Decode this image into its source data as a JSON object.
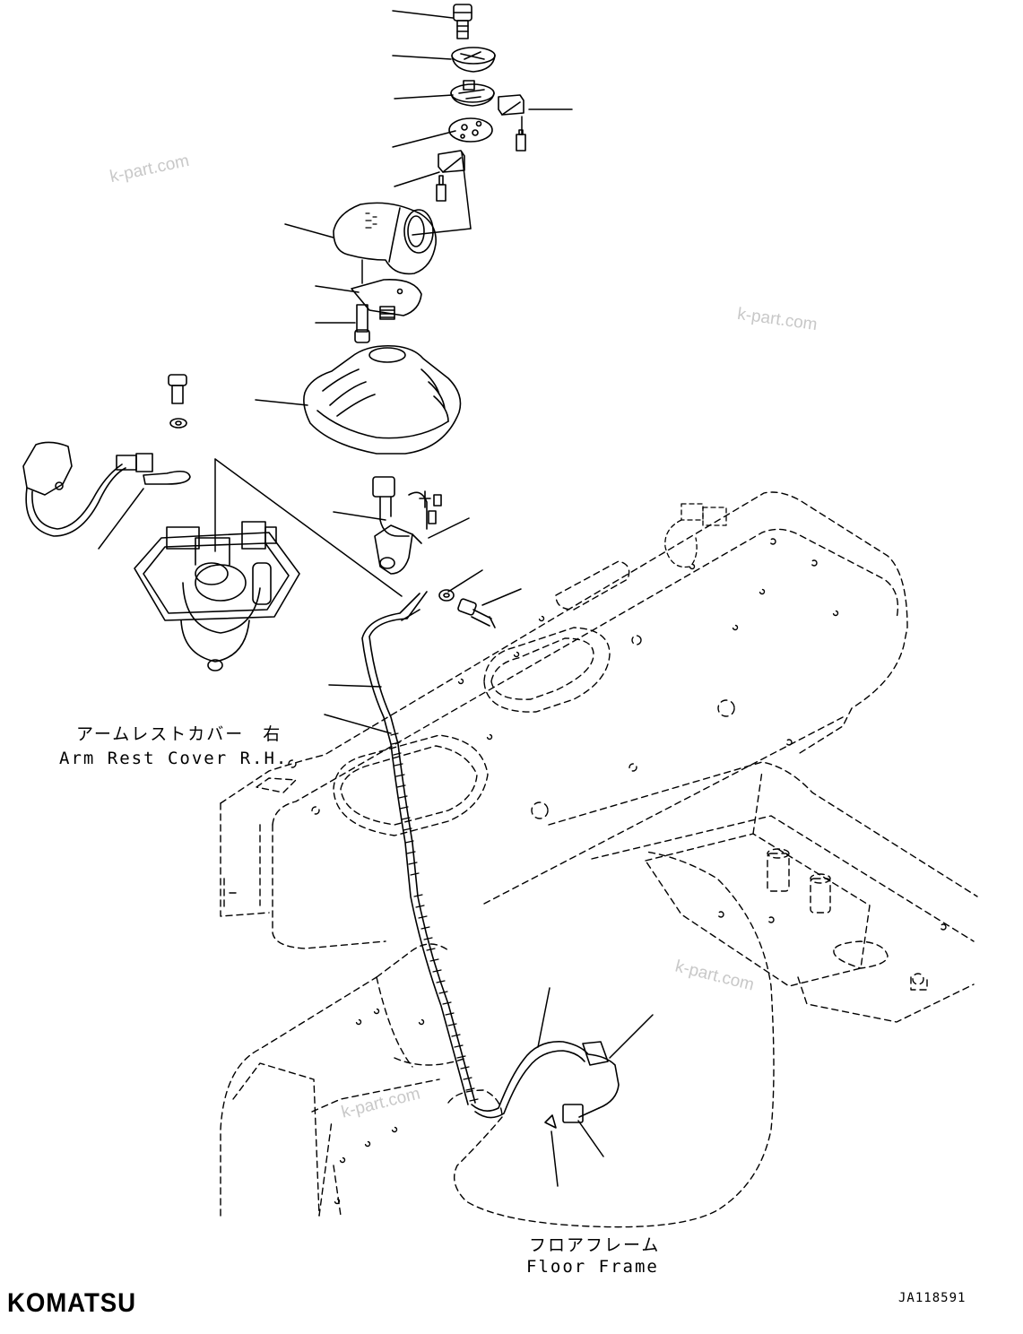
{
  "labels": {
    "arm_rest_jp": "アームレストカバー　右",
    "arm_rest_en": "Arm Rest Cover R.H.",
    "floor_jp": "フロアフレーム",
    "floor_en": "Floor Frame"
  },
  "watermarks": [
    "k-part.com",
    "k-part.com",
    "k-part.com",
    "k-part.com"
  ],
  "brand": "KOMATSU",
  "drawing_code": "JA118591"
}
